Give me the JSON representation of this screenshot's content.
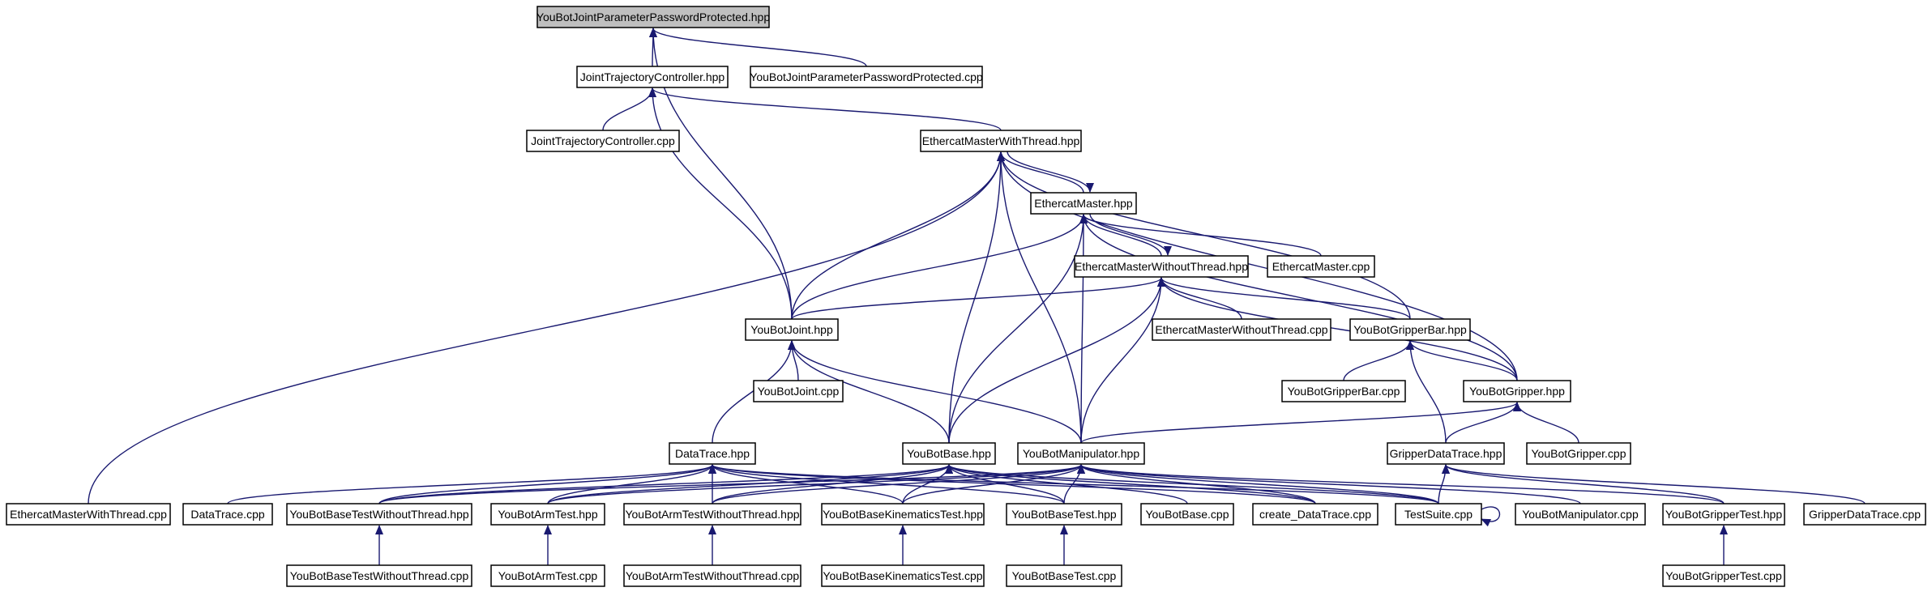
{
  "diagram": {
    "edge_color": "#191970",
    "root_fill": "#bfbfbf",
    "nodes": [
      {
        "id": "root",
        "label": "YouBotJointParameterPasswordProtected.hpp",
        "root": true
      },
      {
        "id": "jtc_hpp",
        "label": "JointTrajectoryController.hpp"
      },
      {
        "id": "ybjppp_cpp",
        "label": "YouBotJointParameterPasswordProtected.cpp"
      },
      {
        "id": "jtc_cpp",
        "label": "JointTrajectoryController.cpp"
      },
      {
        "id": "emwt_hpp",
        "label": "EthercatMasterWithThread.hpp"
      },
      {
        "id": "em_hpp",
        "label": "EthercatMaster.hpp"
      },
      {
        "id": "emwot_hpp",
        "label": "EthercatMasterWithoutThread.hpp"
      },
      {
        "id": "em_cpp",
        "label": "EthercatMaster.cpp"
      },
      {
        "id": "ybjoint_hpp",
        "label": "YouBotJoint.hpp"
      },
      {
        "id": "emwot_cpp",
        "label": "EthercatMasterWithoutThread.cpp"
      },
      {
        "id": "ybgb_hpp",
        "label": "YouBotGripperBar.hpp"
      },
      {
        "id": "ybjoint_cpp",
        "label": "YouBotJoint.cpp"
      },
      {
        "id": "ybgb_cpp",
        "label": "YouBotGripperBar.cpp"
      },
      {
        "id": "ybg_hpp",
        "label": "YouBotGripper.hpp"
      },
      {
        "id": "dt_hpp",
        "label": "DataTrace.hpp"
      },
      {
        "id": "ybbase_hpp",
        "label": "YouBotBase.hpp"
      },
      {
        "id": "ybman_hpp",
        "label": "YouBotManipulator.hpp"
      },
      {
        "id": "gdt_hpp",
        "label": "GripperDataTrace.hpp"
      },
      {
        "id": "ybg_cpp",
        "label": "YouBotGripper.cpp"
      },
      {
        "id": "emwt_cpp",
        "label": "EthercatMasterWithThread.cpp"
      },
      {
        "id": "dt_cpp",
        "label": "DataTrace.cpp"
      },
      {
        "id": "ybbtwt_hpp",
        "label": "YouBotBaseTestWithoutThread.hpp"
      },
      {
        "id": "ybat_hpp",
        "label": "YouBotArmTest.hpp"
      },
      {
        "id": "ybatwt_hpp",
        "label": "YouBotArmTestWithoutThread.hpp"
      },
      {
        "id": "ybbkt_hpp",
        "label": "YouBotBaseKinematicsTest.hpp"
      },
      {
        "id": "ybbt_hpp",
        "label": "YouBotBaseTest.hpp"
      },
      {
        "id": "ybbase_cpp",
        "label": "YouBotBase.cpp"
      },
      {
        "id": "cdt_cpp",
        "label": "create_DataTrace.cpp"
      },
      {
        "id": "ts_cpp",
        "label": "TestSuite.cpp"
      },
      {
        "id": "ybman_cpp",
        "label": "YouBotManipulator.cpp"
      },
      {
        "id": "ybgt_hpp",
        "label": "YouBotGripperTest.hpp"
      },
      {
        "id": "gdt_cpp",
        "label": "GripperDataTrace.cpp"
      },
      {
        "id": "ybbtwt_cpp",
        "label": "YouBotBaseTestWithoutThread.cpp"
      },
      {
        "id": "ybat_cpp",
        "label": "YouBotArmTest.cpp"
      },
      {
        "id": "ybatwt_cpp",
        "label": "YouBotArmTestWithoutThread.cpp"
      },
      {
        "id": "ybbkt_cpp",
        "label": "YouBotBaseKinematicsTest.cpp"
      },
      {
        "id": "ybbt_cpp",
        "label": "YouBotBaseTest.cpp"
      },
      {
        "id": "ybgt_cpp",
        "label": "YouBotGripperTest.cpp"
      }
    ],
    "edges": [
      {
        "from": "jtc_hpp",
        "to": "root"
      },
      {
        "from": "ybjppp_cpp",
        "to": "root"
      },
      {
        "from": "ybjoint_hpp",
        "to": "root"
      },
      {
        "from": "jtc_cpp",
        "to": "jtc_hpp"
      },
      {
        "from": "emwt_hpp",
        "to": "jtc_hpp"
      },
      {
        "from": "ybjoint_hpp",
        "to": "jtc_hpp"
      },
      {
        "from": "em_hpp",
        "to": "emwt_hpp"
      },
      {
        "from": "emwt_hpp",
        "to": "em_hpp"
      },
      {
        "from": "ybjoint_hpp",
        "to": "emwt_hpp"
      },
      {
        "from": "ybbase_hpp",
        "to": "emwt_hpp"
      },
      {
        "from": "ybman_hpp",
        "to": "emwt_hpp"
      },
      {
        "from": "ybgb_hpp",
        "to": "emwt_hpp"
      },
      {
        "from": "ybg_hpp",
        "to": "emwt_hpp"
      },
      {
        "from": "emwt_cpp",
        "to": "emwt_hpp"
      },
      {
        "from": "emwot_hpp",
        "to": "em_hpp"
      },
      {
        "from": "em_hpp",
        "to": "emwot_hpp"
      },
      {
        "from": "em_cpp",
        "to": "em_hpp"
      },
      {
        "from": "ybjoint_hpp",
        "to": "em_hpp"
      },
      {
        "from": "ybbase_hpp",
        "to": "em_hpp"
      },
      {
        "from": "ybman_hpp",
        "to": "em_hpp"
      },
      {
        "from": "ybg_hpp",
        "to": "em_hpp"
      },
      {
        "from": "ybjoint_hpp",
        "to": "emwot_hpp"
      },
      {
        "from": "emwot_cpp",
        "to": "emwot_hpp"
      },
      {
        "from": "ybgb_hpp",
        "to": "emwot_hpp"
      },
      {
        "from": "ybbase_hpp",
        "to": "emwot_hpp"
      },
      {
        "from": "ybman_hpp",
        "to": "emwot_hpp"
      },
      {
        "from": "ybg_hpp",
        "to": "emwot_hpp"
      },
      {
        "from": "ybjoint_cpp",
        "to": "ybjoint_hpp"
      },
      {
        "from": "dt_hpp",
        "to": "ybjoint_hpp"
      },
      {
        "from": "ybbase_hpp",
        "to": "ybjoint_hpp"
      },
      {
        "from": "ybman_hpp",
        "to": "ybjoint_hpp"
      },
      {
        "from": "ybgb_cpp",
        "to": "ybgb_hpp"
      },
      {
        "from": "ybg_hpp",
        "to": "ybgb_hpp"
      },
      {
        "from": "gdt_hpp",
        "to": "ybgb_hpp"
      },
      {
        "from": "ybman_hpp",
        "to": "ybg_hpp"
      },
      {
        "from": "gdt_hpp",
        "to": "ybg_hpp"
      },
      {
        "from": "ybg_cpp",
        "to": "ybg_hpp"
      },
      {
        "from": "dt_cpp",
        "to": "dt_hpp"
      },
      {
        "from": "ybbtwt_hpp",
        "to": "dt_hpp"
      },
      {
        "from": "ybat_hpp",
        "to": "dt_hpp"
      },
      {
        "from": "ybatwt_hpp",
        "to": "dt_hpp"
      },
      {
        "from": "ybbkt_hpp",
        "to": "dt_hpp"
      },
      {
        "from": "ybbt_hpp",
        "to": "dt_hpp"
      },
      {
        "from": "cdt_cpp",
        "to": "dt_hpp"
      },
      {
        "from": "ts_cpp",
        "to": "dt_hpp"
      },
      {
        "from": "ybbtwt_hpp",
        "to": "ybbase_hpp"
      },
      {
        "from": "ybat_hpp",
        "to": "ybbase_hpp"
      },
      {
        "from": "ybatwt_hpp",
        "to": "ybbase_hpp"
      },
      {
        "from": "ybbkt_hpp",
        "to": "ybbase_hpp"
      },
      {
        "from": "ybbt_hpp",
        "to": "ybbase_hpp"
      },
      {
        "from": "ybbase_cpp",
        "to": "ybbase_hpp"
      },
      {
        "from": "cdt_cpp",
        "to": "ybbase_hpp"
      },
      {
        "from": "ts_cpp",
        "to": "ybbase_hpp"
      },
      {
        "from": "ybbtwt_hpp",
        "to": "ybman_hpp"
      },
      {
        "from": "ybat_hpp",
        "to": "ybman_hpp"
      },
      {
        "from": "ybatwt_hpp",
        "to": "ybman_hpp"
      },
      {
        "from": "ybbkt_hpp",
        "to": "ybman_hpp"
      },
      {
        "from": "ybbt_hpp",
        "to": "ybman_hpp"
      },
      {
        "from": "cdt_cpp",
        "to": "ybman_hpp"
      },
      {
        "from": "ts_cpp",
        "to": "ybman_hpp"
      },
      {
        "from": "ybman_cpp",
        "to": "ybman_hpp"
      },
      {
        "from": "ybgt_hpp",
        "to": "ybman_hpp"
      },
      {
        "from": "ts_cpp",
        "to": "gdt_hpp"
      },
      {
        "from": "ybgt_hpp",
        "to": "gdt_hpp"
      },
      {
        "from": "gdt_cpp",
        "to": "gdt_hpp"
      },
      {
        "from": "ts_cpp",
        "to": "ts_cpp"
      },
      {
        "from": "ybbtwt_cpp",
        "to": "ybbtwt_hpp"
      },
      {
        "from": "ybat_cpp",
        "to": "ybat_hpp"
      },
      {
        "from": "ybatwt_cpp",
        "to": "ybatwt_hpp"
      },
      {
        "from": "ybbkt_cpp",
        "to": "ybbkt_hpp"
      },
      {
        "from": "ybbt_cpp",
        "to": "ybbt_hpp"
      },
      {
        "from": "ybgt_cpp",
        "to": "ybgt_hpp"
      }
    ]
  }
}
